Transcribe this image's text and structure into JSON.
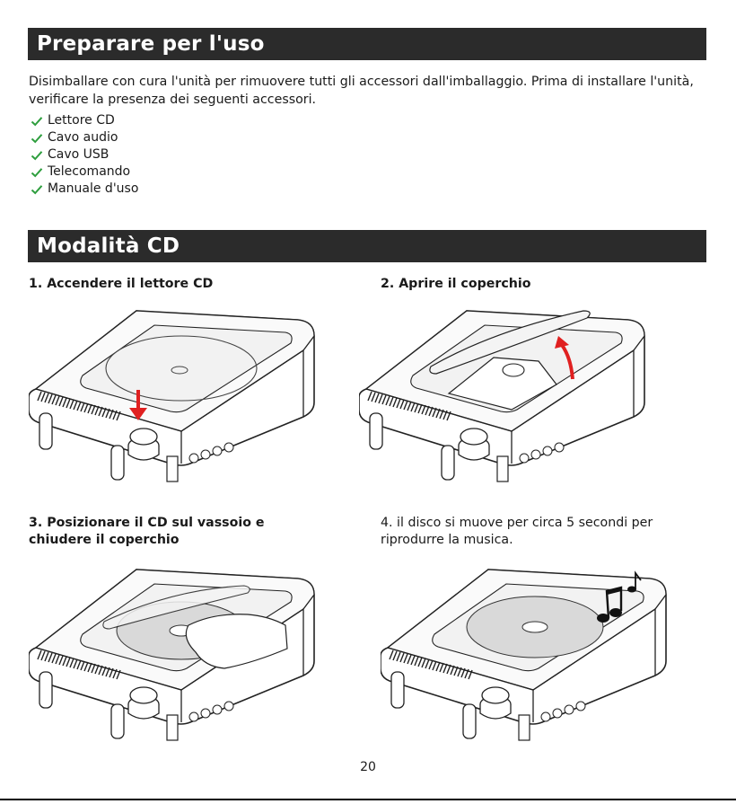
{
  "section1": {
    "title": "Preparare per l'uso",
    "intro": "Disimballare con cura l'unità per rimuovere tutti gli accessori dall'imballaggio. Prima di installare l'unità, verificare la presenza dei seguenti accessori.",
    "checklist": [
      "Lettore CD",
      "Cavo audio",
      "Cavo USB",
      "Telecomando",
      "Manuale d'uso"
    ],
    "check_icon": "checkmark-icon",
    "check_color": "#2e9e3e"
  },
  "section2": {
    "title": "Modalità CD",
    "steps": [
      {
        "title": "1. Accendere il lettore CD"
      },
      {
        "title": "2. Aprire il coperchio"
      },
      {
        "title": "3. Posizionare il CD sul vassoio e chiudere il coperchio"
      },
      {
        "caption": "4. il disco si muove per circa 5 secondi per riprodurre la musica."
      }
    ],
    "arrow_color": "#e02020"
  },
  "page_number": "20"
}
